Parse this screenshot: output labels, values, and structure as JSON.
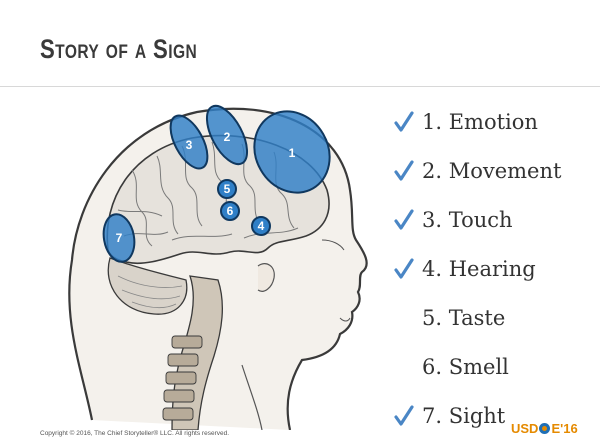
{
  "slide": {
    "title": "Story of a Sign",
    "senses": [
      {
        "label": "1. Emotion",
        "checked": true
      },
      {
        "label": "2. Movement",
        "checked": true
      },
      {
        "label": "3. Touch",
        "checked": true
      },
      {
        "label": "4. Hearing",
        "checked": true
      },
      {
        "label": "5. Taste",
        "checked": false
      },
      {
        "label": "6. Smell",
        "checked": false
      },
      {
        "label": "7. Sight",
        "checked": true
      }
    ],
    "brain_region_markers": [
      "1",
      "2",
      "3",
      "4",
      "5",
      "6",
      "7"
    ],
    "copyright": "Copyright © 2016, The Chief Storyteller® LLC. All rights reserved.",
    "brand": {
      "prefix": "USD",
      "middle": "E",
      "suffix": "'16"
    },
    "colors": {
      "check": "#4a86c5",
      "region_fill": "#2f7fc7",
      "brand_orange": "#e58a00",
      "brand_blue": "#1f6fb5"
    },
    "icons": {
      "check": "checkmark-icon"
    }
  }
}
